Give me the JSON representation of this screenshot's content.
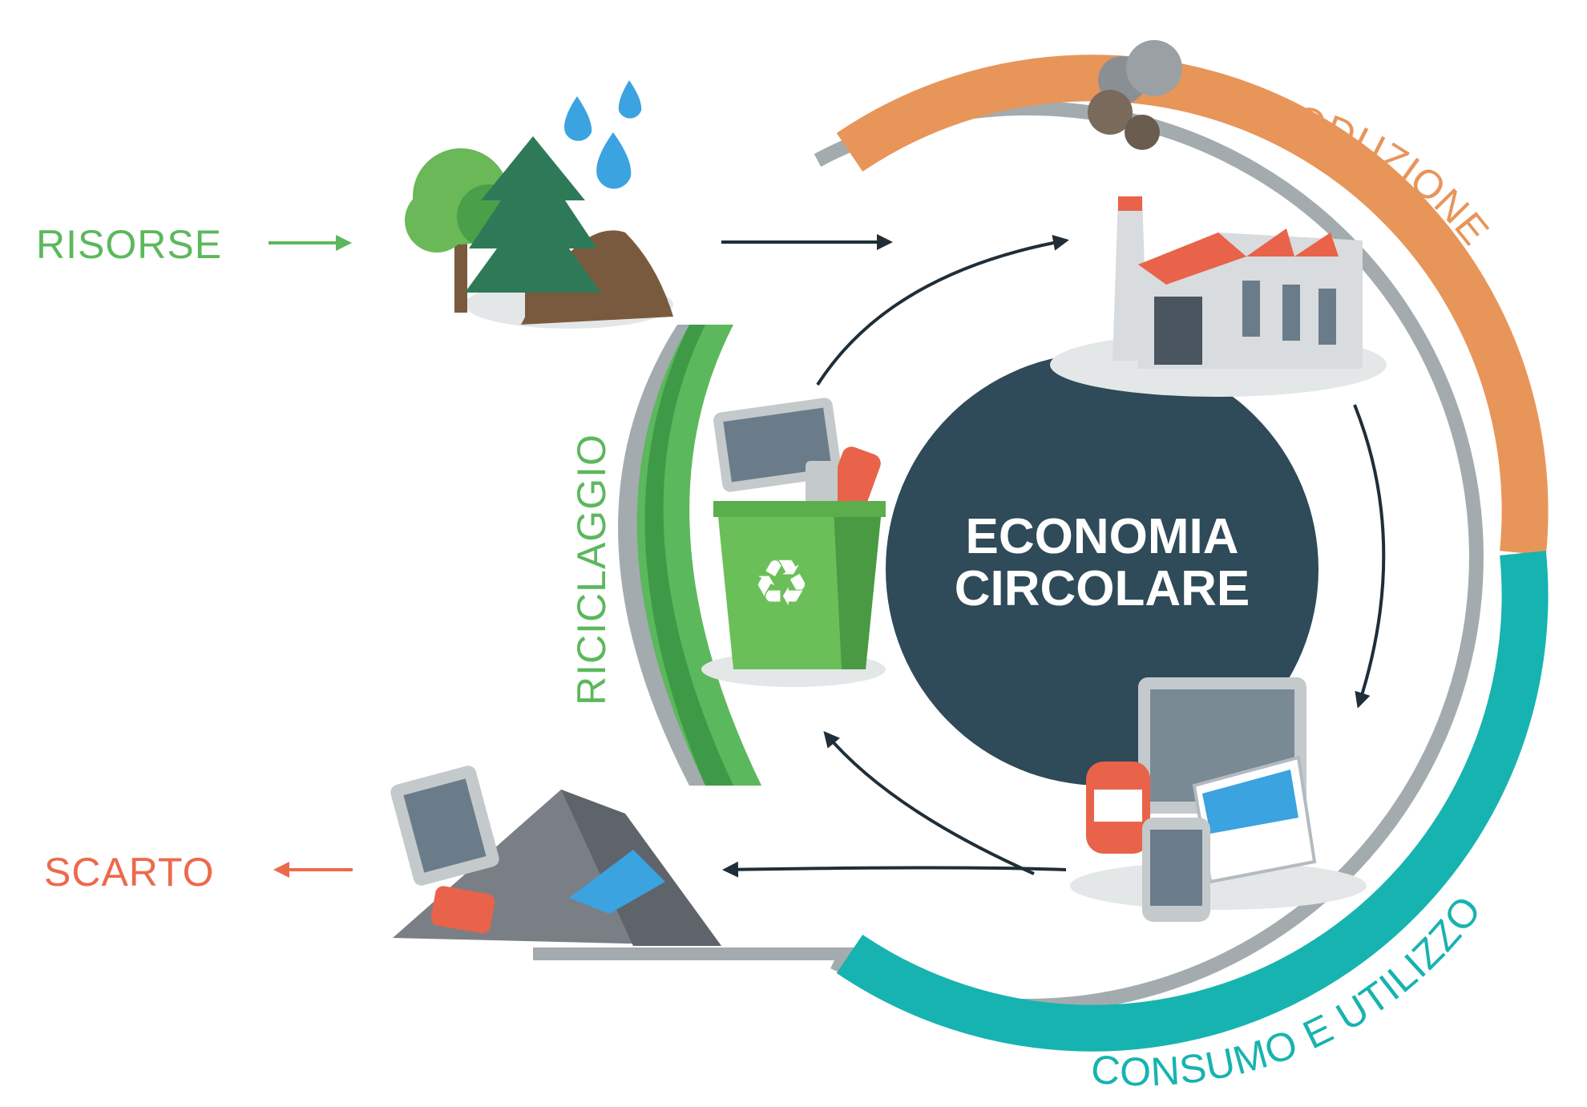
{
  "title_lines": [
    "ECONOMIA",
    "CIRCOLARE"
  ],
  "labels": {
    "resources": "RISORSE",
    "production": "PRODUZIONE",
    "consumption": "CONSUMO E UTILIZZO",
    "recycling": "RICICLAGGIO",
    "waste": "SCARTO"
  },
  "colors": {
    "resources": "#5cb85c",
    "production": "#e8955a",
    "consumption": "#17b3b0",
    "recycling": "#5cb85c",
    "waste": "#ec6a4c",
    "center": "#2f4a58",
    "ring_gray": "#a3abaf",
    "arrow": "#1f2e38"
  },
  "icons": [
    "tree-icon",
    "water-drop-icon",
    "factory-icon",
    "devices-icon",
    "recycle-bin-icon",
    "waste-pile-icon"
  ]
}
